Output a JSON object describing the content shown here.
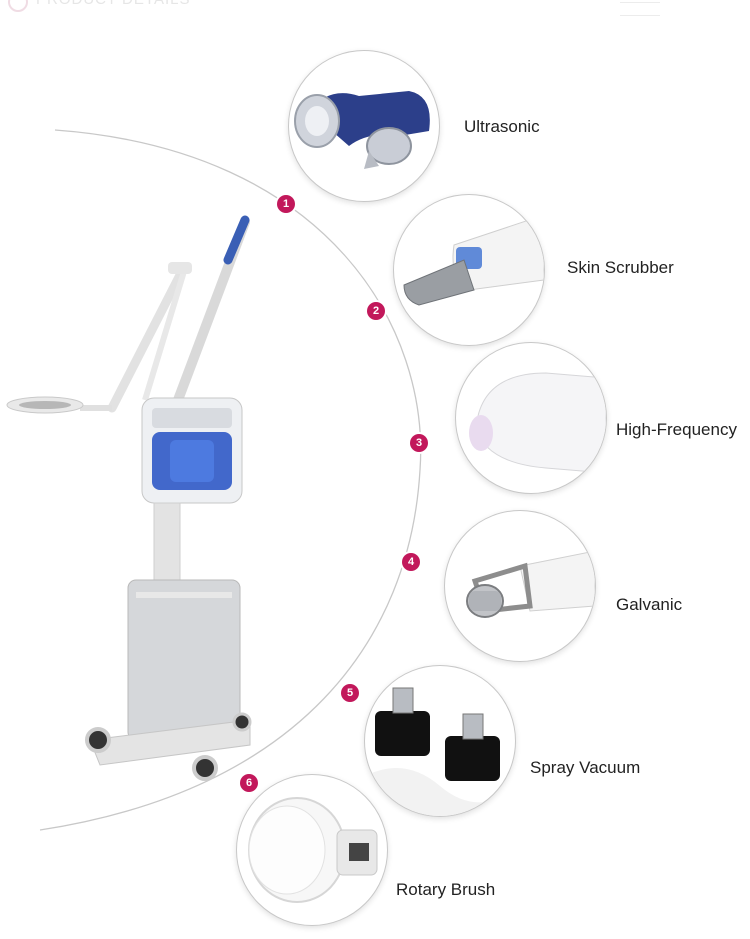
{
  "header": {
    "title": "PRODUCT DETAILS"
  },
  "colors": {
    "accent": "#c2185b",
    "arc": "#bdbdbd"
  },
  "features": [
    {
      "number": "1",
      "label": "Ultrasonic",
      "icon": "ultrasonic-probe-icon"
    },
    {
      "number": "2",
      "label": "Skin Scrubber",
      "icon": "skin-scrubber-icon"
    },
    {
      "number": "3",
      "label": "High-Frequency",
      "icon": "high-frequency-wand-icon"
    },
    {
      "number": "4",
      "label": "Galvanic",
      "icon": "galvanic-roller-icon"
    },
    {
      "number": "5",
      "label": "Spray Vacuum",
      "icon": "spray-vacuum-icon"
    },
    {
      "number": "6",
      "label": "Rotary Brush",
      "icon": "rotary-brush-icon"
    }
  ],
  "machine": {
    "icon": "facial-machine-icon"
  }
}
